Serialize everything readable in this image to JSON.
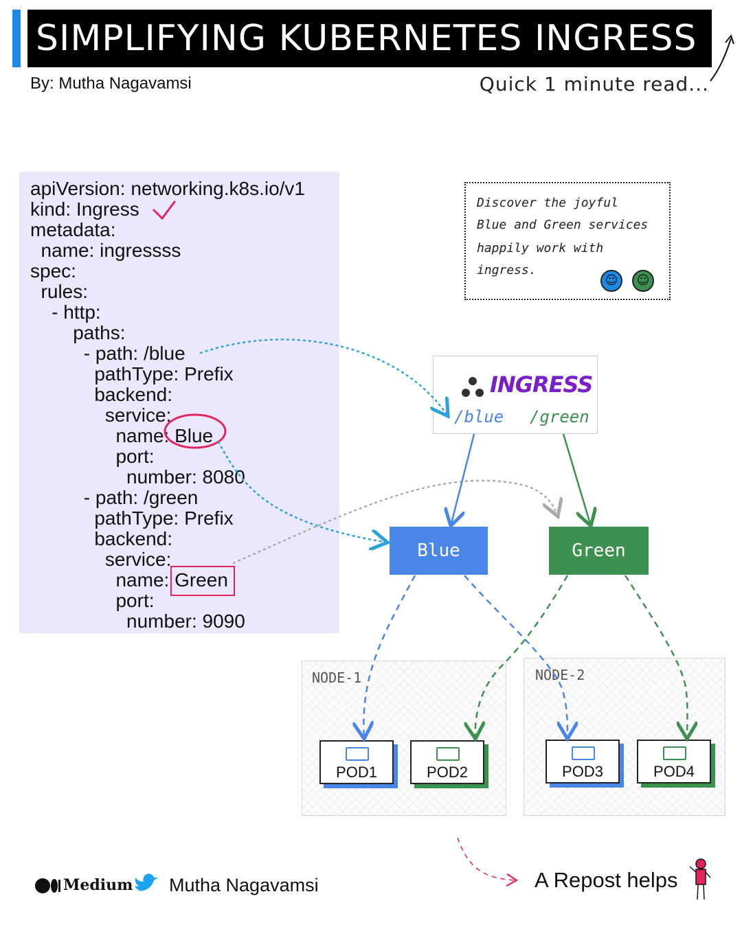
{
  "header": {
    "title": "SIMPLIFYING KUBERNETES INGRESS",
    "byline": "By: Mutha Nagavamsi",
    "quick_read": "Quick 1 minute read..."
  },
  "yaml": [
    "apiVersion: networking.k8s.io/v1",
    "kind: Ingress",
    "metadata:",
    "  name: ingressss",
    "spec:",
    "  rules:",
    "    - http:",
    "        paths:",
    "          - path: /blue",
    "            pathType: Prefix",
    "            backend:",
    "              service:",
    "                name: Blue",
    "                port:",
    "                  number: 8080",
    "          - path: /green",
    "            pathType: Prefix",
    "            backend:",
    "              service:",
    "                name: Green",
    "                port:",
    "                  number: 9090"
  ],
  "note": {
    "lines": [
      "Discover the joyful",
      "Blue and Green services",
      "happily work with",
      "ingress."
    ]
  },
  "ingress": {
    "label": "INGRESS",
    "path_blue": "/blue",
    "path_green": "/green"
  },
  "services": {
    "blue": "Blue",
    "green": "Green"
  },
  "nodes": {
    "node1": "NODE-1",
    "node2": "NODE-2"
  },
  "pods": {
    "pod1": "POD1",
    "pod2": "POD2",
    "pod3": "POD3",
    "pod4": "POD4"
  },
  "footer": {
    "medium": "Medium",
    "author": "Mutha Nagavamsi",
    "repost": "A Repost helps"
  },
  "colors": {
    "blue": "#4a86e8",
    "green": "#3d9150",
    "accent_bar": "#1e88e5",
    "highlight": "#e0245e",
    "ingress_purple": "#7b1fc9",
    "yaml_bg": "#ebe8fb"
  }
}
